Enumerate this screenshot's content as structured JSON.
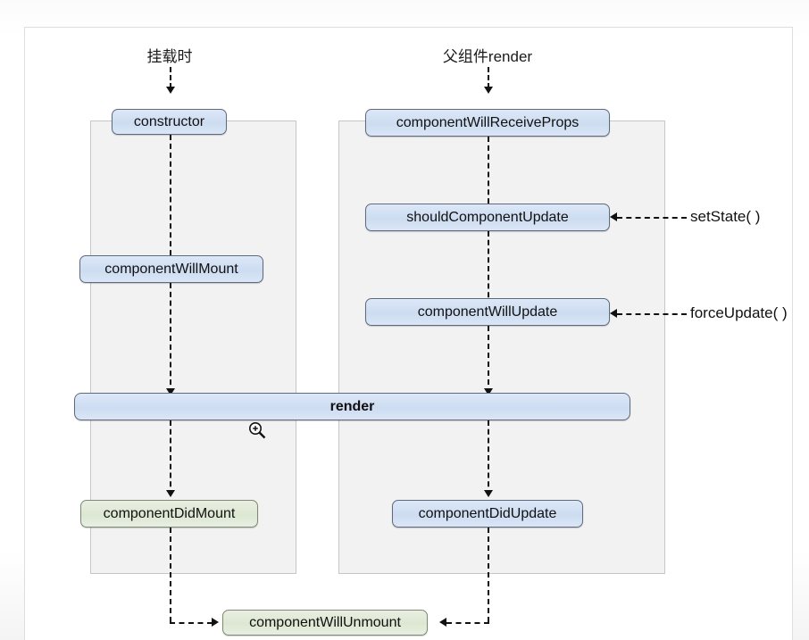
{
  "diagram": {
    "columns": [
      {
        "id": "mount",
        "title": "挂载时"
      },
      {
        "id": "update",
        "title": "父组件render"
      }
    ],
    "nodes": {
      "constructor": "constructor",
      "component_will_mount": "componentWillMount",
      "component_did_mount": "componentDidMount",
      "component_will_receive_props": "componentWillReceiveProps",
      "should_component_update": "shouldComponentUpdate",
      "component_will_update": "componentWillUpdate",
      "component_did_update": "componentDidUpdate",
      "render": "render",
      "component_will_unmount": "componentWillUnmount"
    },
    "triggers": {
      "set_state": "setState( )",
      "force_update": "forceUpdate( )"
    },
    "colors": {
      "node_blue_fill": "#cddcf1",
      "node_blue_border": "#5d6b7c",
      "node_green_fill": "#dce7d2",
      "node_green_border": "#7e8a74",
      "panel_fill": "#f2f2f2",
      "panel_border": "#c6c6c6",
      "connector": "#111111",
      "frame_border": "#dedede"
    },
    "cursor": {
      "icon": "zoom-in-cursor"
    }
  }
}
